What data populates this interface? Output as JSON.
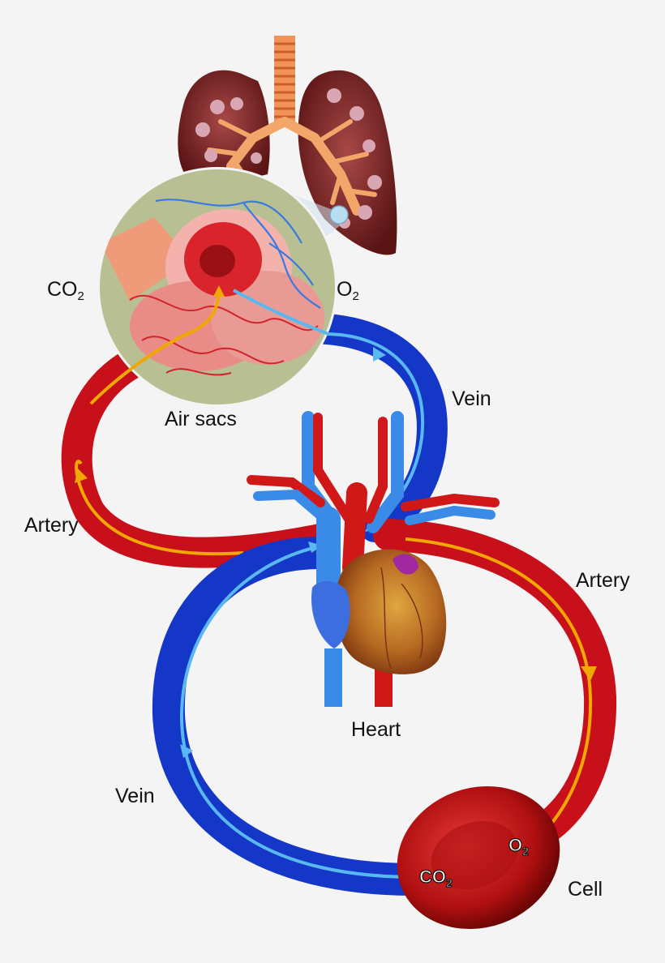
{
  "labels": {
    "co2_left": "CO",
    "co2_left_sub": "2",
    "o2_right": "O",
    "o2_right_sub": "2",
    "air_sacs": "Air sacs",
    "vein_upper": "Vein",
    "artery_left": "Artery",
    "artery_right": "Artery",
    "heart": "Heart",
    "vein_lower": "Vein",
    "cell": "Cell",
    "cell_o2": "O",
    "cell_o2_sub": "2",
    "cell_co2": "CO",
    "cell_co2_sub": "2"
  },
  "colors": {
    "artery": "#c8101a",
    "vein": "#1437c8",
    "arrow_oxygenated": "#f0a800",
    "arrow_deoxygenated": "#5ab8f0",
    "lung": "#8a2a2a",
    "air_sac_bg": "#b8bf93",
    "heart": "#c9862a",
    "background": "#f4f4f4"
  }
}
